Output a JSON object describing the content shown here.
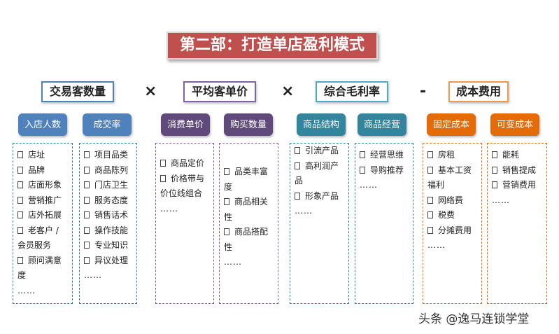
{
  "title": "第二部：打造单店盈利模式",
  "factors": [
    {
      "label": "交易客数量",
      "color": "#4f81bd"
    },
    {
      "label": "平均客单价",
      "color": "#8064a2"
    },
    {
      "label": "综合毛利率",
      "color": "#4bacc6"
    },
    {
      "label": "成本费用",
      "color": "#f79646"
    }
  ],
  "operators": [
    "×",
    "×",
    "-"
  ],
  "pills": [
    {
      "label": "入店人数",
      "color": "#4f81bd"
    },
    {
      "label": "成交率",
      "color": "#4f81bd"
    },
    {
      "label": "消费单价",
      "color": "#604a7b"
    },
    {
      "label": "购买数量",
      "color": "#604a7b"
    },
    {
      "label": "商品结构",
      "color": "#31859c"
    },
    {
      "label": "商品经营",
      "color": "#31859c"
    },
    {
      "label": "固定成本",
      "color": "#e36c09"
    },
    {
      "label": "可变成本",
      "color": "#e36c09"
    }
  ],
  "boxes": [
    {
      "items": [
        "店址",
        "品牌",
        "店面形象",
        "营销推广",
        "店外拓展",
        "老客户 / 会员服务",
        "顾问满意度"
      ],
      "more": "……",
      "border": "#31859c"
    },
    {
      "items": [
        "项目品类",
        "商品陈列",
        "门店卫生",
        "服务态度",
        "销售话术",
        "操作技能",
        "专业知识",
        "异议处理"
      ],
      "more": "……",
      "border": "#31859c"
    },
    {
      "items": [
        "商品定价",
        "价格带与价位线组合"
      ],
      "more": "……",
      "border": "#8064a2"
    },
    {
      "items": [
        "品类丰富度",
        "商品相关性",
        "商品搭配性"
      ],
      "more": "……",
      "border": "#8064a2"
    },
    {
      "items": [
        "引流产品",
        "高利润产品",
        "形象产品"
      ],
      "more": "……",
      "border": "#31859c"
    },
    {
      "items": [
        "经营思维",
        "导购推荐"
      ],
      "more": "……",
      "border": "#31859c"
    },
    {
      "items": [
        "房租",
        "基本工资福利",
        "网络费",
        "税费",
        "分摊费用"
      ],
      "more": "……",
      "border": "#e36c09"
    },
    {
      "items": [
        "能耗",
        "销售提成",
        "营销费用"
      ],
      "more": "……",
      "border": "#e36c09"
    }
  ],
  "watermark": "头条 @逸马连锁学堂"
}
